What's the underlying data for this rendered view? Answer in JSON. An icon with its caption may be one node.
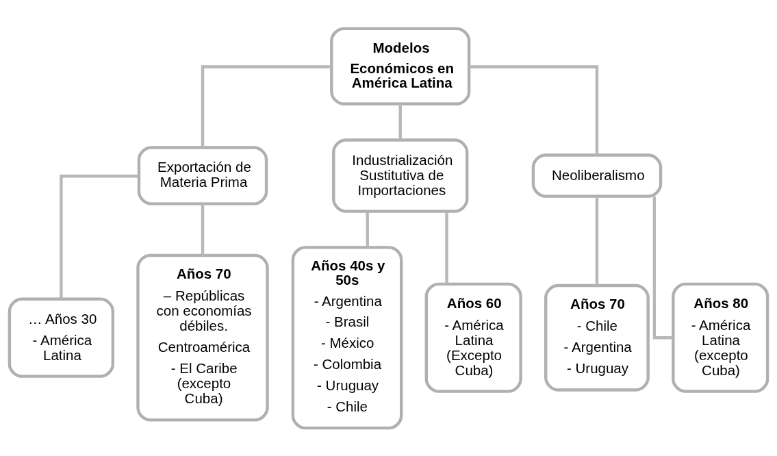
{
  "diagram": {
    "nodes": [
      {
        "text": [
          "Modelos",
          "Económicos en América Latina"
        ]
      },
      {
        "text": [
          "Exportación de Materia Prima"
        ]
      },
      {
        "text": [
          "Industrialización Sustitutiva de Importaciones"
        ]
      },
      {
        "text": [
          "Neoliberalismo"
        ]
      },
      {
        "text": [
          "… Años 30",
          "- América Latina"
        ]
      },
      {
        "text": [
          "Años 70",
          "– Repúblicas con economías débiles.",
          "Centroamérica",
          "- El Caribe (excepto Cuba)"
        ]
      },
      {
        "text": [
          "Años 40s y 50s",
          "- Argentina",
          "- Brasil",
          "- México",
          "- Colombia",
          "- Uruguay",
          "- Chile"
        ]
      },
      {
        "text": [
          "Años 60",
          "- América Latina (Excepto Cuba)"
        ]
      },
      {
        "text": [
          "Años 70",
          "- Chile",
          "- Argentina",
          "- Uruguay"
        ]
      },
      {
        "text": [
          "Años 80",
          "- América Latina (excepto Cuba)"
        ]
      }
    ],
    "edges": [
      {
        "from": 0,
        "to": 1,
        "arrow": "none"
      },
      {
        "from": 0,
        "to": 2,
        "arrow": "none"
      },
      {
        "from": 0,
        "to": 3,
        "arrow": "none"
      },
      {
        "from": 1,
        "to": 4,
        "arrow": "none"
      },
      {
        "from": 1,
        "to": 5,
        "arrow": "none"
      },
      {
        "from": 2,
        "to": 6,
        "arrow": "none"
      },
      {
        "from": 2,
        "to": 7,
        "arrow": "none"
      },
      {
        "from": 3,
        "to": 8,
        "arrow": "none"
      },
      {
        "from": 3,
        "to": 9,
        "arrow": "none"
      }
    ]
  }
}
